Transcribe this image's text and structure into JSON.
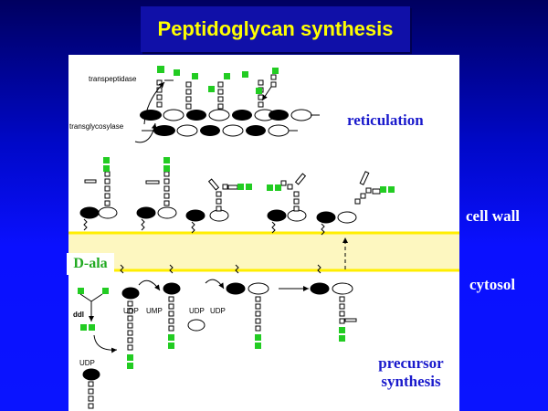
{
  "title": "Peptidoglycan synthesis",
  "labels": {
    "reticulation": "reticulation",
    "cell_wall": "cell wall",
    "cytosol": "cytosol",
    "precursor_line1": "precursor",
    "precursor_line2": "synthesis",
    "dala": "D-ala",
    "transpeptidase": "transpeptidase",
    "transglycosylase": "transglycosylase",
    "ddl": "ddl",
    "udp1": "UDP",
    "udp2": "UDP",
    "ump": "UMP",
    "udp3": "UDP",
    "udp4": "UDP"
  },
  "colors": {
    "background": "#0a14ff",
    "title_bg": "#1010a8",
    "title_text": "#ffff00",
    "membrane": "#fdf7c0",
    "membrane_edge": "#ffee00",
    "dala_text": "#22aa22",
    "square_green": "#22cc22",
    "label_blue": "#1a1acc"
  }
}
